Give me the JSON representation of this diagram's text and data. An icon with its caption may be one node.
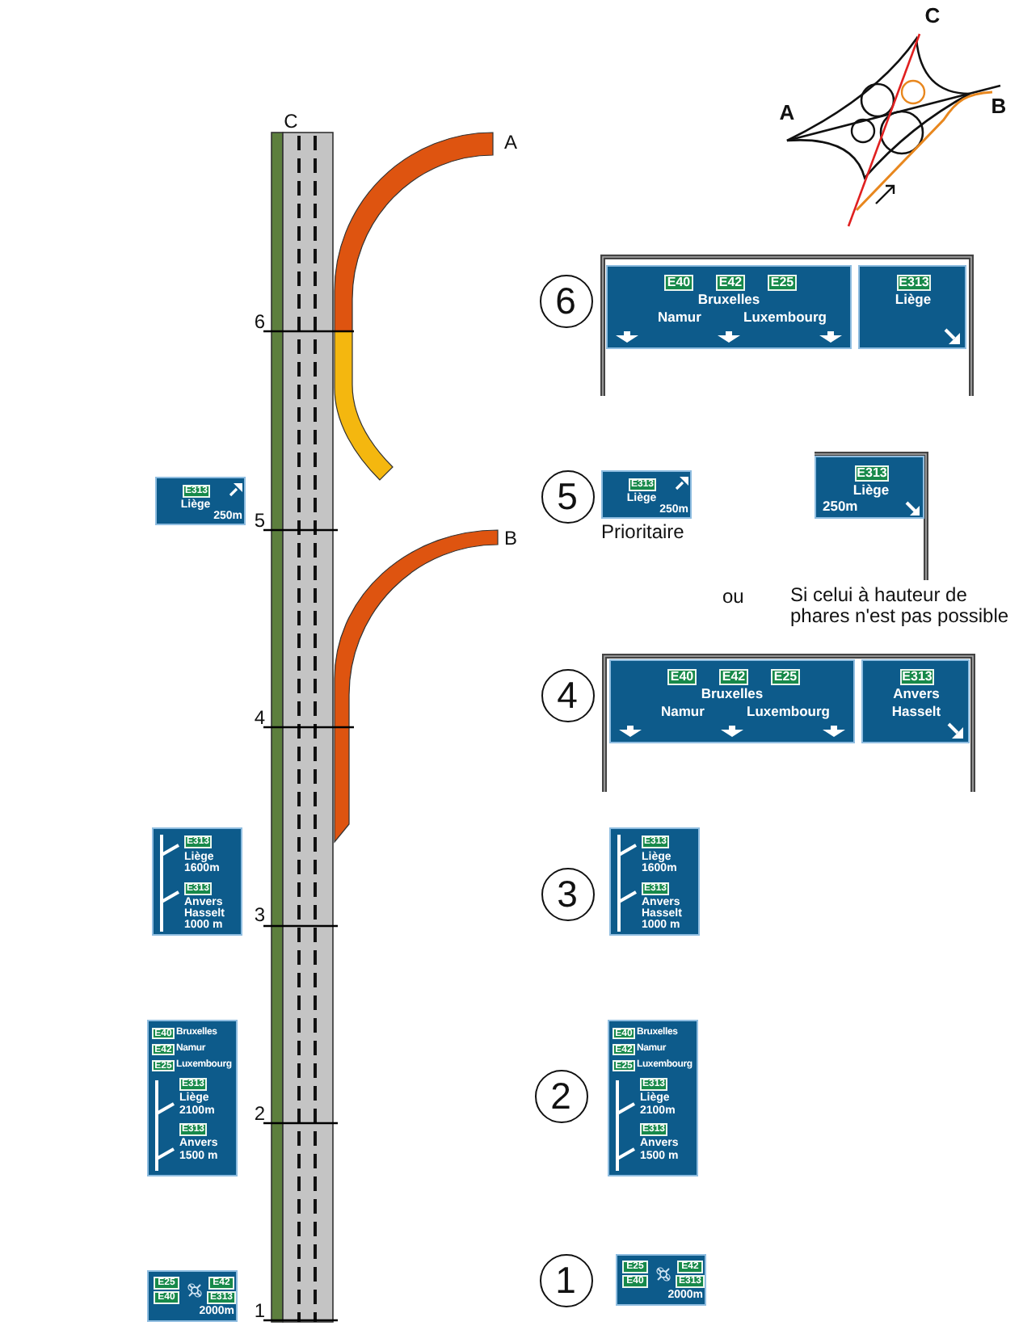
{
  "diagram": {
    "nodes": [
      {
        "text": [
          "6"
        ]
      },
      {
        "text": [
          "Bruxelles",
          "Namur",
          "Luxembourg"
        ]
      },
      {
        "text": [
          "E40"
        ],
        "in": 1
      },
      {
        "text": [
          "E42"
        ],
        "in": 1
      },
      {
        "text": [
          "E25"
        ],
        "in": 1
      },
      {
        "text": [
          "Liège"
        ]
      },
      {
        "text": [
          "E313"
        ],
        "in": 5
      },
      {
        "text": [
          "Liège",
          "250m"
        ]
      },
      {
        "text": [
          "E313"
        ],
        "in": 7
      },
      {
        "text": [
          "5"
        ]
      },
      {
        "text": [
          "Liège",
          "250m"
        ],
        "beside": [
          "Prioritaire"
        ]
      },
      {
        "text": [
          "E313"
        ],
        "in": 10
      },
      {
        "text": [
          "Liège",
          "250m"
        ],
        "beside": [
          "Si celui à hauteur de phares n'est pas possible"
        ]
      },
      {
        "text": [
          "E313"
        ],
        "in": 12
      },
      {
        "text": [
          "4"
        ]
      },
      {
        "text": [
          "Bruxelles",
          "Namur",
          "Luxembourg"
        ]
      },
      {
        "text": [
          "E40"
        ],
        "in": 15
      },
      {
        "text": [
          "E42"
        ],
        "in": 15
      },
      {
        "text": [
          "E25"
        ],
        "in": 15
      },
      {
        "text": [
          "Anvers",
          "Hasselt"
        ]
      },
      {
        "text": [
          "E313"
        ],
        "in": 19
      },
      {
        "text": [
          "Liège",
          "1600m",
          "Anvers",
          "Hasselt",
          "1000 m"
        ]
      },
      {
        "text": [
          "E313"
        ],
        "in": 21
      },
      {
        "text": [
          "E313"
        ],
        "in": 21
      },
      {
        "text": [
          "3"
        ]
      },
      {
        "text": [
          "Liège",
          "1600m",
          "Anvers",
          "Hasselt",
          "1000 m"
        ]
      },
      {
        "text": [
          "E313"
        ],
        "in": 25
      },
      {
        "text": [
          "E313"
        ],
        "in": 25
      },
      {
        "text": [
          "Bruxelles",
          "Namur",
          "Luxembourg",
          "Liège",
          "2100m",
          "Anvers",
          "1500 m"
        ]
      },
      {
        "text": [
          "E40"
        ],
        "in": 28
      },
      {
        "text": [
          "E42"
        ],
        "in": 28
      },
      {
        "text": [
          "E25"
        ],
        "in": 28
      },
      {
        "text": [
          "E313"
        ],
        "in": 28
      },
      {
        "text": [
          "E313"
        ],
        "in": 28
      },
      {
        "text": [
          "2"
        ]
      },
      {
        "text": [
          "Bruxelles",
          "Namur",
          "Luxembourg",
          "Liège",
          "2100m",
          "Anvers",
          "1500 m"
        ]
      },
      {
        "text": [
          "E40"
        ],
        "in": 35
      },
      {
        "text": [
          "E42"
        ],
        "in": 35
      },
      {
        "text": [
          "E25"
        ],
        "in": 35
      },
      {
        "text": [
          "E313"
        ],
        "in": 35
      },
      {
        "text": [
          "E313"
        ],
        "in": 35
      },
      {
        "text": [
          "2000m"
        ]
      },
      {
        "text": [
          "E25"
        ],
        "in": 41
      },
      {
        "text": [
          "E42"
        ],
        "in": 41
      },
      {
        "text": [
          "E40"
        ],
        "in": 41
      },
      {
        "text": [
          "E313"
        ],
        "in": 41
      },
      {
        "text": [
          "1"
        ]
      },
      {
        "text": [
          "2000m"
        ]
      },
      {
        "text": [
          "E25"
        ],
        "in": 47
      },
      {
        "text": [
          "E42"
        ],
        "in": 47
      },
      {
        "text": [
          "E40"
        ],
        "in": 47
      },
      {
        "text": [
          "E313"
        ],
        "in": 47
      }
    ],
    "labels": [
      "C",
      "B",
      "A",
      "C",
      "A",
      "6",
      "5",
      "B",
      "ou",
      "4",
      "3",
      "2",
      "1"
    ]
  }
}
